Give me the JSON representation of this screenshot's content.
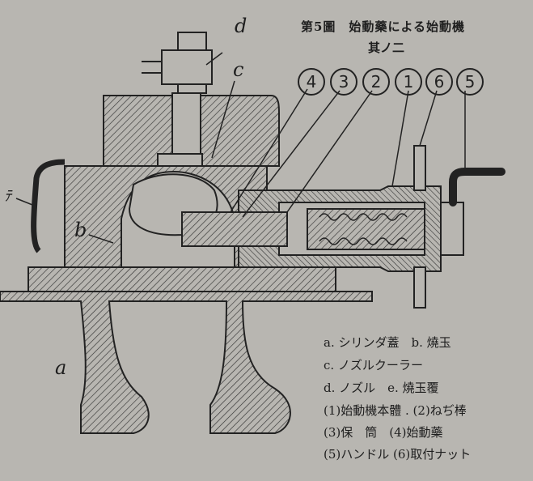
{
  "title": "第5圖　始動藥による始動機",
  "subtitle": "其ノ二",
  "part_labels": {
    "a": "a",
    "b": "b",
    "c": "c",
    "d": "d",
    "e": "ﾃ"
  },
  "callouts": [
    "4",
    "3",
    "2",
    "1",
    "6",
    "5"
  ],
  "legend": [
    "a. シリンダ蓋　b. 燒玉",
    "c. ノズルクーラー",
    "d. ノズル　e. 燒玉覆",
    "(1)始動機本體 . (2)ねぢ棒",
    "(3)保　筒　(4)始動藥",
    "(5)ハンドル (6)取付ナット"
  ]
}
